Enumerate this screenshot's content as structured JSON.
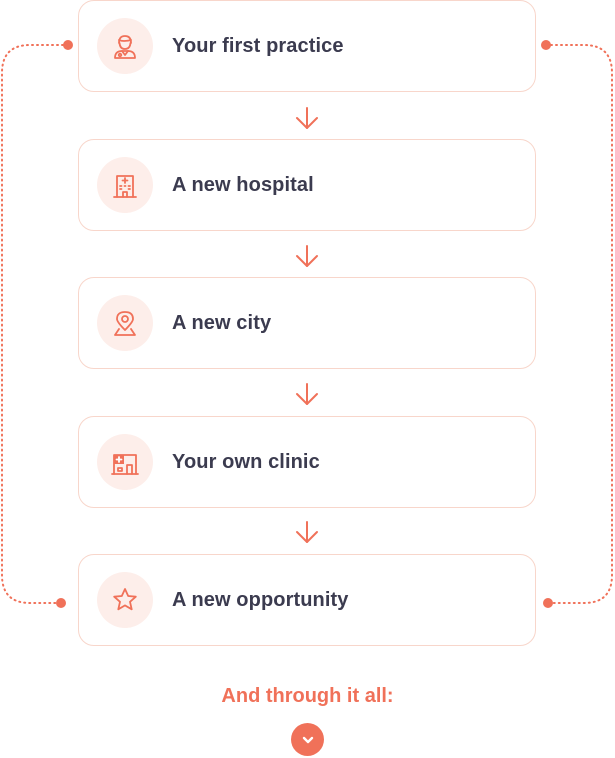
{
  "accent_color": "#f07159",
  "steps": [
    {
      "label": "Your first practice",
      "icon": "doctor-icon"
    },
    {
      "label": "A new hospital",
      "icon": "hospital-icon"
    },
    {
      "label": "A new city",
      "icon": "location-pin-icon"
    },
    {
      "label": "Your own clinic",
      "icon": "clinic-icon"
    },
    {
      "label": "A new opportunity",
      "icon": "star-icon"
    }
  ],
  "footer": {
    "text": "And through it all:",
    "button_icon": "chevron-down-icon"
  }
}
